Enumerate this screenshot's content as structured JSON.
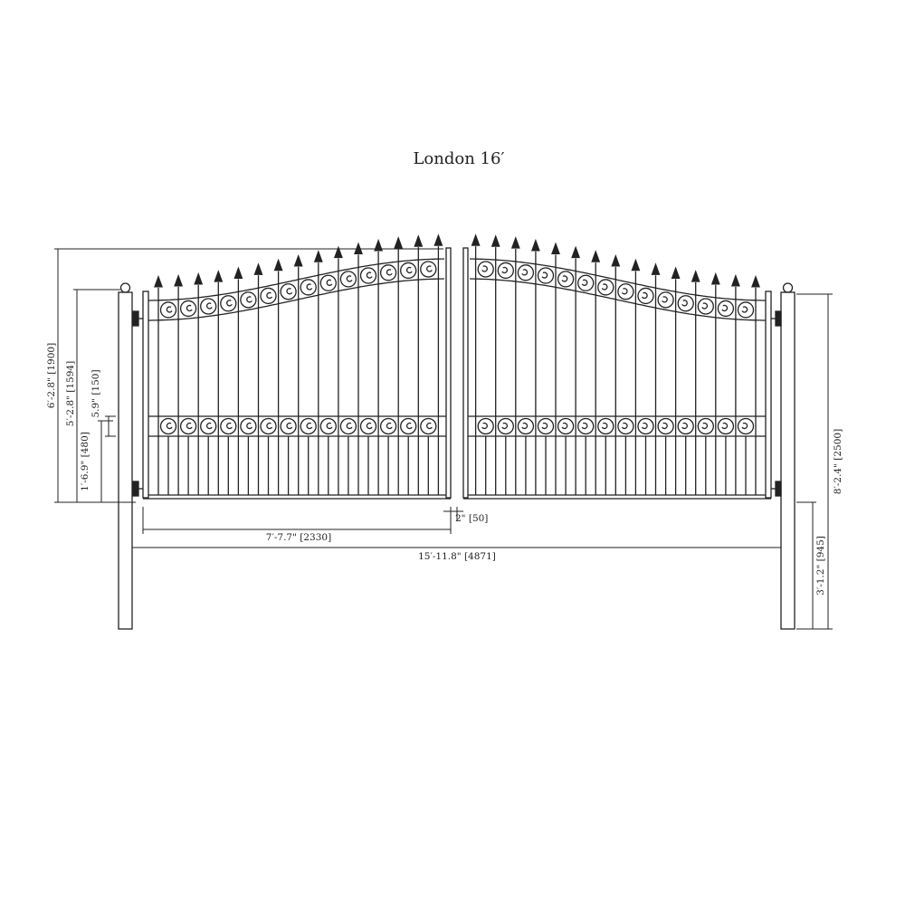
{
  "title": "London 16′",
  "dimensions": {
    "overall_height": "6′-2.8\" [1900]",
    "side_height": "5′-2.8\" [1594]",
    "scroll_band": "5.9\" [150]",
    "lower_band_height": "1′-6.9\" [480]",
    "leaf_width": "7′-7.7\" [2330]",
    "gap": "2\" [50]",
    "overall_width": "15′-11.8\" [4871]",
    "post_height": "8′-2.4\" [2500]",
    "post_in_ground": "3′-1.2\" [945]"
  },
  "colors": {
    "line": "#222222",
    "background": "#ffffff"
  }
}
